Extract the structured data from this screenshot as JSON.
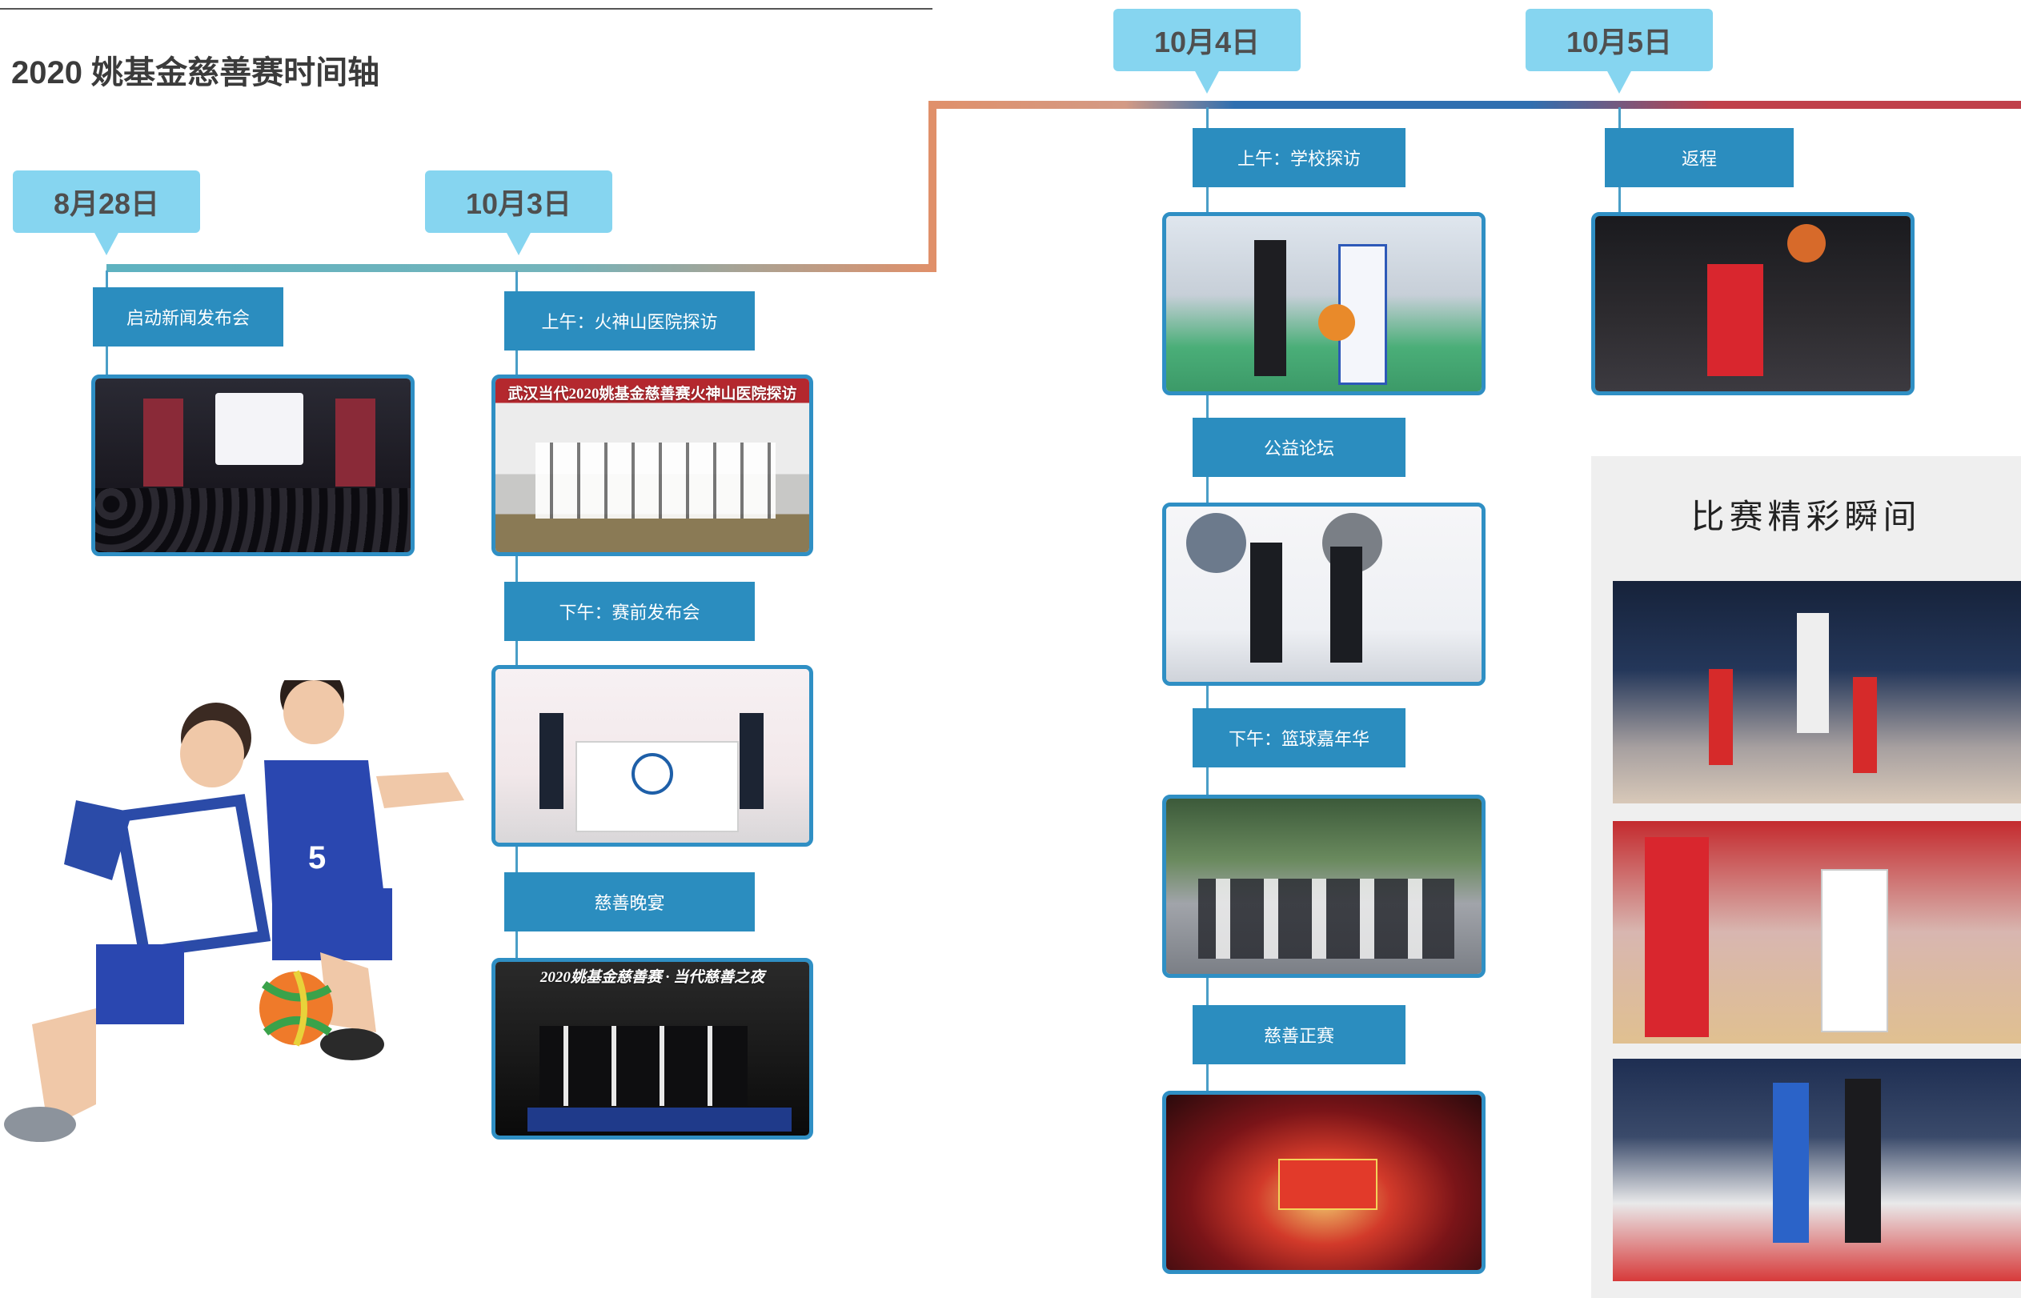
{
  "page": {
    "title": "2020 姚基金慈善赛时间轴"
  },
  "dates": {
    "aug28": "8月28日",
    "oct3": "10月3日",
    "oct4": "10月4日",
    "oct5": "10月5日"
  },
  "events": {
    "launch_press": "启动新闻发布会",
    "huoshenshan_visit": "上午：火神山医院探访",
    "pregame_press": "下午：赛前发布会",
    "charity_gala": "慈善晚宴",
    "school_visit": "上午：学校探访",
    "charity_forum": "公益论坛",
    "carnival": "下午：篮球嘉年华",
    "charity_game": "慈善正赛",
    "return_trip": "返程"
  },
  "photo_captions": {
    "huoshenshan_banner": "武汉当代2020姚基金慈善赛火神山医院探访",
    "gala_banner": "2020姚基金慈善赛 · 当代慈善之夜"
  },
  "highlights": {
    "title": "比赛精彩瞬间"
  },
  "colors": {
    "date_tag": "#86d5f0",
    "event_box": "#2b8dbf",
    "timeline_teal": "#5eb2c0",
    "timeline_orange": "#e0906a",
    "timeline_blue": "#2f6fb0",
    "timeline_red": "#c0404a"
  }
}
